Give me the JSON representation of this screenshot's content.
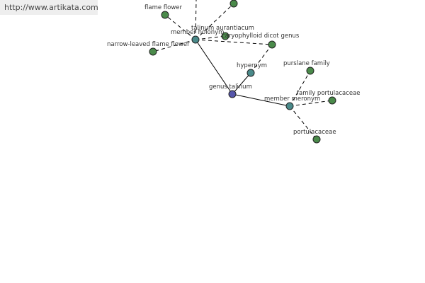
{
  "watermark": {
    "text": "http://www.artikata.com"
  },
  "colors": {
    "center": "#5555aa",
    "relation": "#4a8a8a",
    "leaf": "#4a8a4a"
  },
  "graph": {
    "nodes": [
      {
        "id": "genus-talinum",
        "label": "genus talinum",
        "kind": "center"
      },
      {
        "id": "member-holonym",
        "label": "member holonym",
        "kind": "relation"
      },
      {
        "id": "hypernym",
        "label": "hypernym",
        "kind": "relation"
      },
      {
        "id": "member-meronym",
        "label": "member meronym",
        "kind": "relation"
      },
      {
        "id": "flame-flower",
        "label": "flame flower",
        "kind": "leaf"
      },
      {
        "id": "talinum-aurantiacum",
        "label": "talinum aurantiacum",
        "kind": "leaf"
      },
      {
        "id": "caryophylloid-dicot-genus",
        "label": "caryophylloid dicot genus",
        "kind": "leaf"
      },
      {
        "id": "narrow-leaved-flame-flower",
        "label": "narrow-leaved flame flower",
        "kind": "leaf"
      },
      {
        "id": "top-leaf",
        "label": "",
        "kind": "leaf"
      },
      {
        "id": "purslane-family",
        "label": "purslane family",
        "kind": "leaf"
      },
      {
        "id": "family-portulacaceae",
        "label": "family portulacaceae",
        "kind": "leaf"
      },
      {
        "id": "portulacaceae",
        "label": "portulacaceae",
        "kind": "leaf"
      }
    ],
    "edges": [
      {
        "from": "genus-talinum",
        "to": "member-holonym",
        "style": "solid"
      },
      {
        "from": "genus-talinum",
        "to": "hypernym",
        "style": "solid"
      },
      {
        "from": "genus-talinum",
        "to": "member-meronym",
        "style": "solid"
      },
      {
        "from": "member-holonym",
        "to": "flame-flower",
        "style": "dashed"
      },
      {
        "from": "member-holonym",
        "to": "talinum-aurantiacum",
        "style": "dashed"
      },
      {
        "from": "member-holonym",
        "to": "caryophylloid-dicot-genus",
        "style": "dashed"
      },
      {
        "from": "member-holonym",
        "to": "narrow-leaved-flame-flower",
        "style": "dashed"
      },
      {
        "from": "member-holonym",
        "to": "top-leaf",
        "style": "dashed"
      },
      {
        "from": "hypernym",
        "to": "caryophylloid-dicot-genus",
        "style": "dashed"
      },
      {
        "from": "member-meronym",
        "to": "purslane-family",
        "style": "dashed"
      },
      {
        "from": "member-meronym",
        "to": "family-portulacaceae",
        "style": "dashed"
      },
      {
        "from": "member-meronym",
        "to": "portulacaceae",
        "style": "dashed"
      }
    ]
  }
}
